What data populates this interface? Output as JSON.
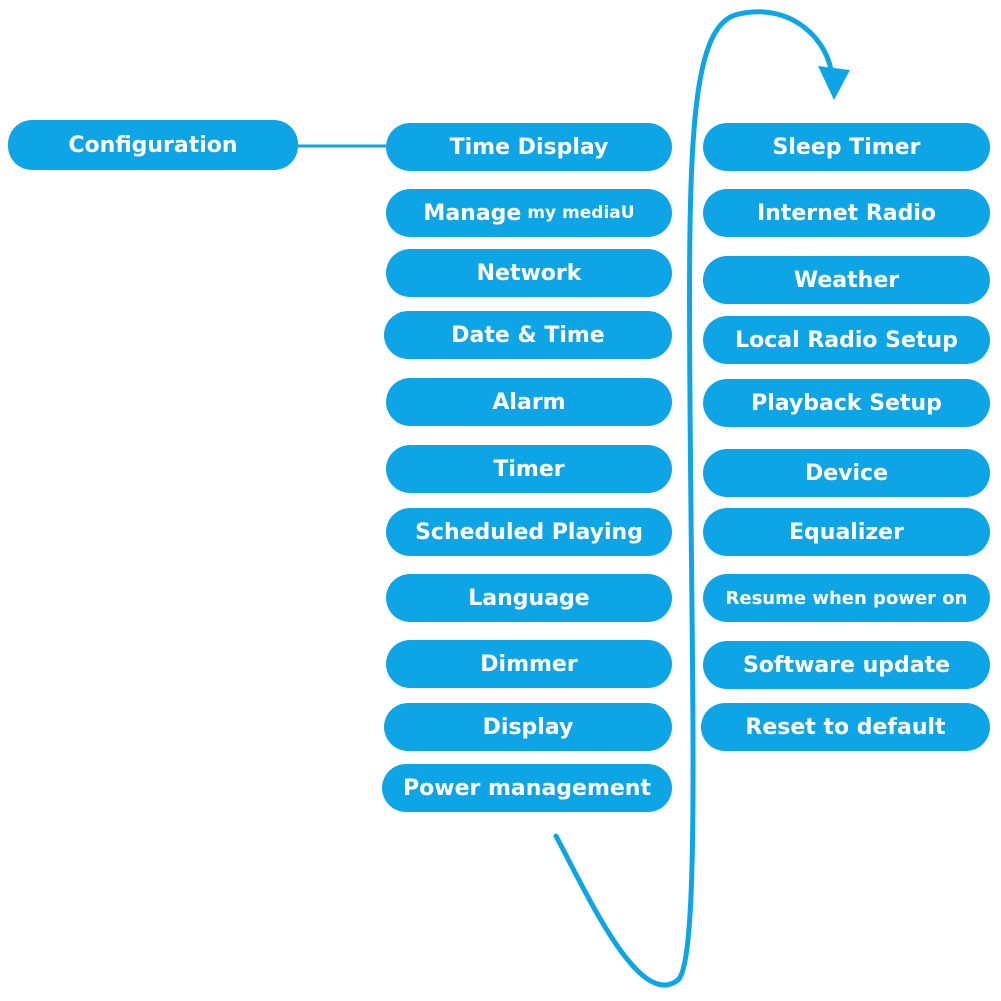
{
  "root": {
    "label": "Configuration"
  },
  "left_column": [
    {
      "label": "Time Display"
    },
    {
      "label": "Manage",
      "label_small": "my mediaU"
    },
    {
      "label": "Network"
    },
    {
      "label": "Date & Time"
    },
    {
      "label": "Alarm"
    },
    {
      "label": "Timer"
    },
    {
      "label": "Scheduled Playing"
    },
    {
      "label": "Language"
    },
    {
      "label": "Dimmer"
    },
    {
      "label": "Display"
    },
    {
      "label": "Power management"
    }
  ],
  "right_column": [
    {
      "label": "Sleep Timer"
    },
    {
      "label": "Internet Radio"
    },
    {
      "label": "Weather"
    },
    {
      "label": "Local Radio Setup"
    },
    {
      "label": "Playback Setup"
    },
    {
      "label": "Device"
    },
    {
      "label": "Equalizer"
    },
    {
      "label": "Resume when power on"
    },
    {
      "label": "Software update"
    },
    {
      "label": "Reset to default"
    }
  ],
  "colors": {
    "accent": "#0ea5e6",
    "text": "#ffffff"
  }
}
